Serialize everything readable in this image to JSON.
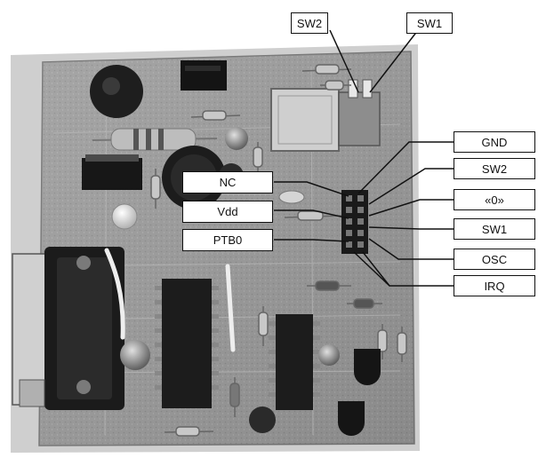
{
  "callouts": {
    "top": [
      "SW2",
      "SW1"
    ],
    "left": [
      "NC",
      "Vdd",
      "PTB0"
    ],
    "right": [
      "GND",
      "SW2",
      "«0»",
      "SW1",
      "OSC",
      "IRQ"
    ]
  },
  "colors": {
    "board": "#9a9a9a",
    "background": "#ffffff",
    "label_border": "#111111"
  }
}
